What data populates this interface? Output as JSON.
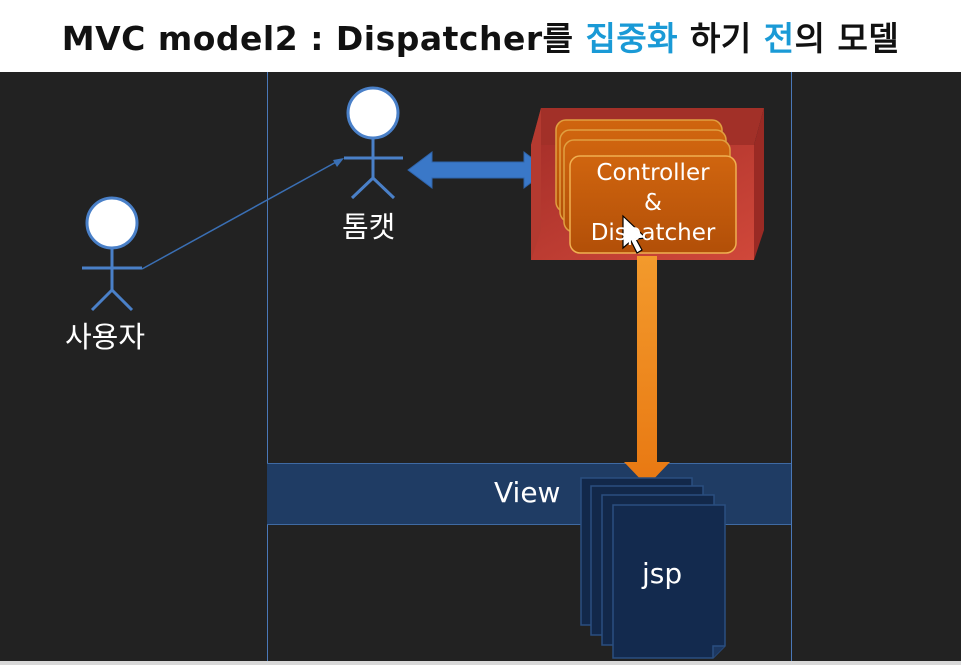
{
  "title": {
    "part1": "MVC model2 : Dispatcher를 ",
    "highlight1": "집중화",
    "part2": " 하기 ",
    "highlight2": "전",
    "part3": "의 모델"
  },
  "actors": {
    "user_label": "사용자",
    "server_label": "톰캣"
  },
  "controller": {
    "line1": "Controller",
    "line2": "&",
    "line3": "Dispatcher"
  },
  "view": {
    "label": "View"
  },
  "jsp": {
    "label": "jsp"
  },
  "colors": {
    "title_highlight": "#1a9ad6",
    "background": "#222222",
    "actor_outline": "#4a80c8",
    "controller_card": "#c65a0c",
    "controller_box": "#c0392b",
    "arrow_blue": "#3a78c8",
    "arrow_orange": "#f08a1c",
    "view_band": "#1f3c64",
    "jsp_page": "#12284a"
  }
}
